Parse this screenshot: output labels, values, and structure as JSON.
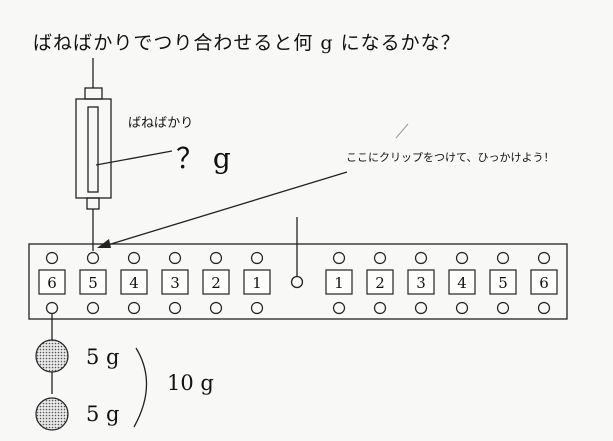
{
  "question": "ばねばかりでつり合わせると何 g になるかな？",
  "spring_scale": {
    "label": "ばねばかり",
    "reading": "？ g"
  },
  "clip_note": "ここにクリップをつけて、ひっかけよう！",
  "beam": {
    "left_labels": [
      "6",
      "5",
      "4",
      "3",
      "2",
      "1"
    ],
    "right_labels": [
      "1",
      "2",
      "3",
      "4",
      "5",
      "6"
    ]
  },
  "weights": {
    "top": "5 g",
    "bottom": "5 g",
    "total": "10 g"
  }
}
